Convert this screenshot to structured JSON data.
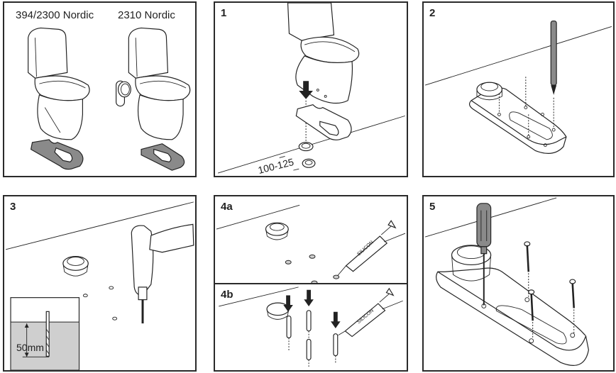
{
  "document": {
    "title": "Toilet floor mounting instructions",
    "panels": [
      {
        "id": "models",
        "labels": [
          "394/2300 Nordic",
          "2310 Nordic"
        ],
        "description": "Two toilet models with their mounting flanges"
      },
      {
        "id": "step-1",
        "step": "1",
        "dimension_label": "100-125",
        "description": "Place mounting flange over floor drain connection"
      },
      {
        "id": "step-2",
        "step": "2",
        "description": "Mark screw holes with pencil"
      },
      {
        "id": "step-3",
        "step": "3",
        "inset_label": "50mm",
        "description": "Drill holes 50mm deep"
      },
      {
        "id": "step-4a",
        "step": "4a",
        "sealant_label": "SILICON",
        "description": "Apply silicone into holes"
      },
      {
        "id": "step-4b",
        "step": "4b",
        "sealant_label": "SILICON",
        "description": "Insert plugs with silicone"
      },
      {
        "id": "step-5",
        "step": "5",
        "description": "Screw flange to floor"
      }
    ]
  }
}
